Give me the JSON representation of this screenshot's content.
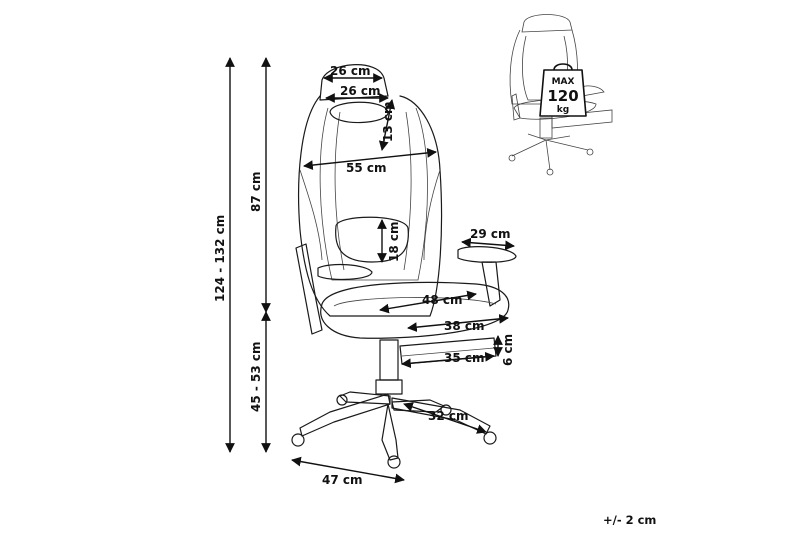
{
  "labels": {
    "headrest_top_width": "26 cm",
    "headrest_pillow_width": "26 cm",
    "headrest_pillow_height": "13 cm",
    "backrest_width": "55 cm",
    "backrest_height": "87 cm",
    "total_height": "124 - 132 cm",
    "lumbar_height": "18 cm",
    "armrest_width": "29 cm",
    "seat_width": "48 cm",
    "seat_depth": "38 cm",
    "footrest_width": "35 cm",
    "footrest_height": "6 cm",
    "seat_height": "45 - 53 cm",
    "base_radius": "32 cm",
    "base_width": "47 cm"
  },
  "badge": {
    "line1": "MAX",
    "line2": "120",
    "line3": "kg"
  },
  "tolerance": "+/- 2 cm",
  "icons": [
    "office-chair-drawing",
    "dimension-arrow-icon",
    "weight-badge-icon"
  ]
}
